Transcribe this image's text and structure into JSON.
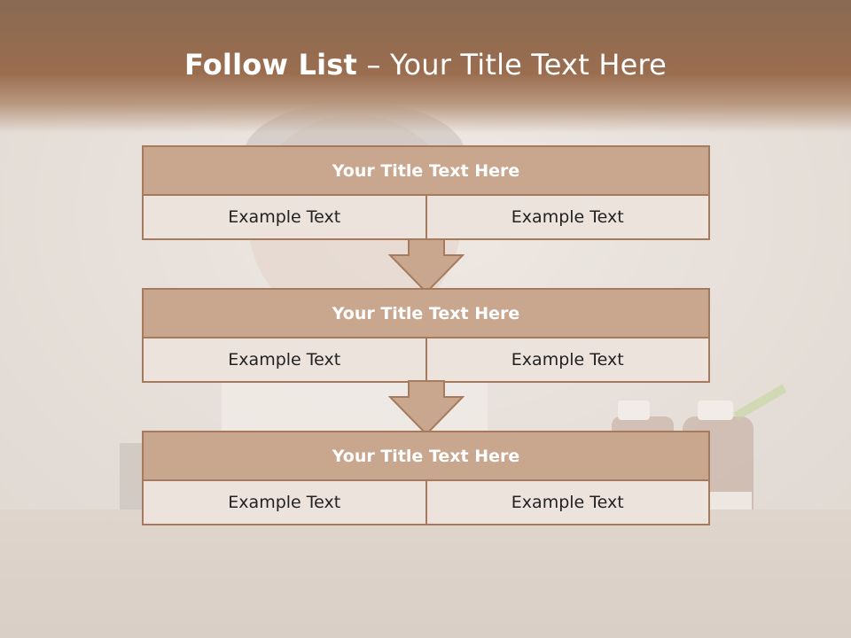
{
  "slide": {
    "title_bold": "Follow List",
    "title_rest": " – Your Title Text Here"
  },
  "steps": [
    {
      "title": "Your Title Text Here",
      "left": "Example Text",
      "right": "Example Text"
    },
    {
      "title": "Your Title Text Here",
      "left": "Example Text",
      "right": "Example Text"
    },
    {
      "title": "Your Title Text Here",
      "left": "Example Text",
      "right": "Example Text"
    }
  ],
  "colors": {
    "header": "#9a6d4f",
    "box_fill": "#c9a68e",
    "box_border": "#a57a5d",
    "cell_fill": "#ede3dd"
  }
}
